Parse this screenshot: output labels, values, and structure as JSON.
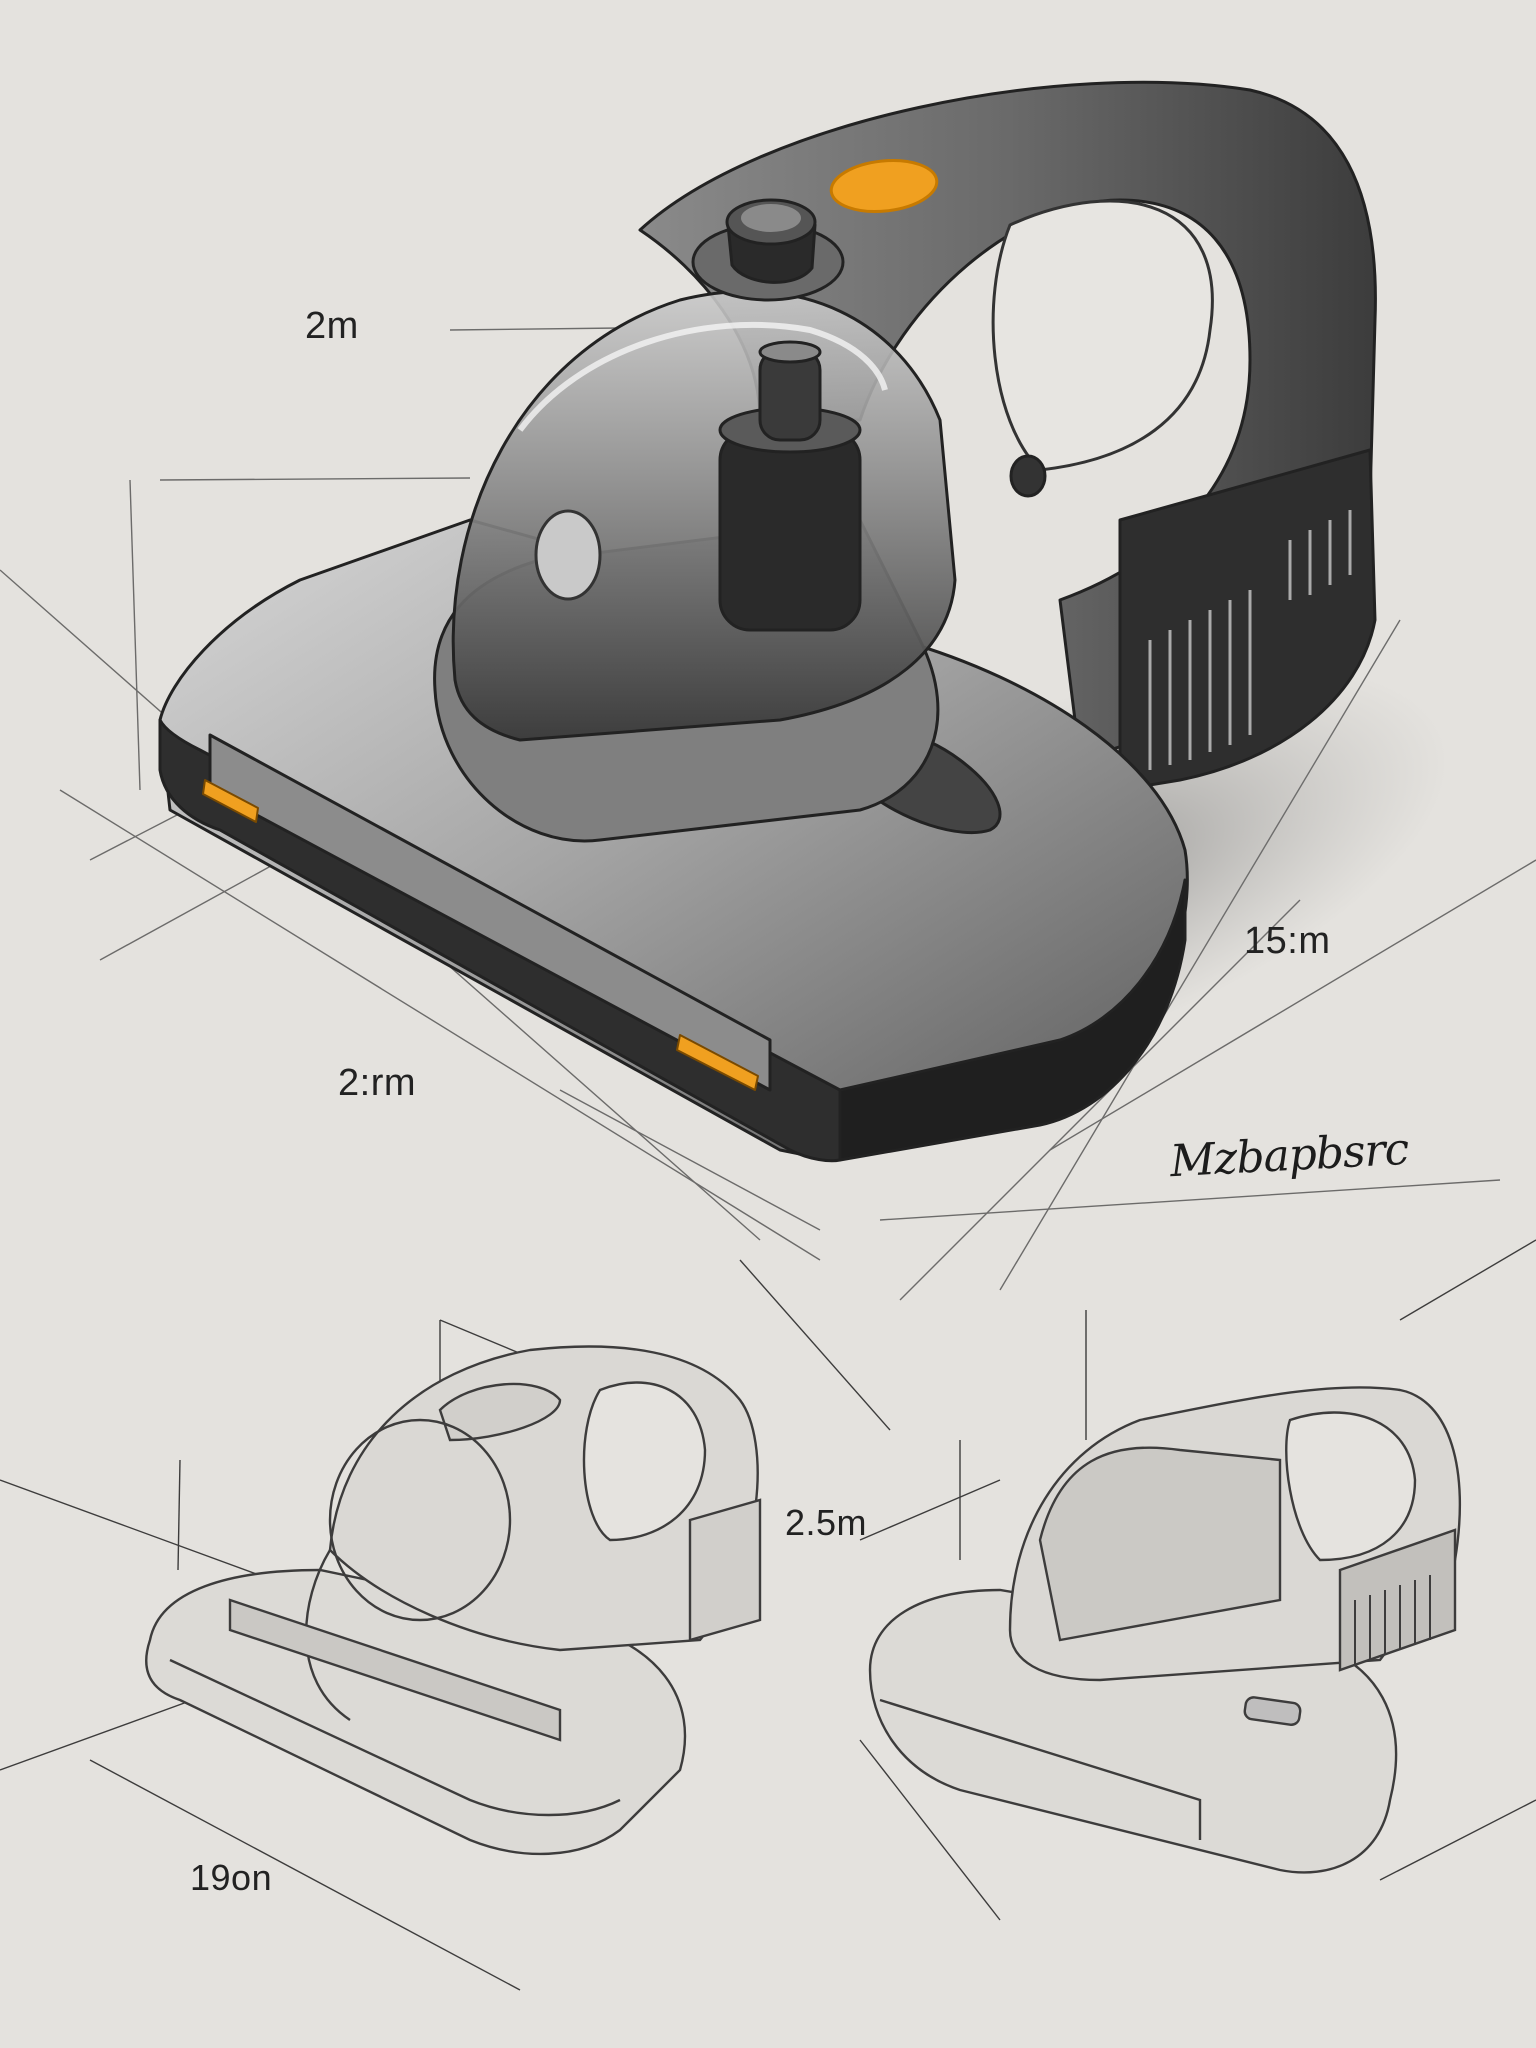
{
  "dimensions": {
    "top_left": "2m",
    "right": "15:m",
    "front": "2:rm",
    "middle": "2.5m",
    "bottom": "19on"
  },
  "signature": "Mzbapbsrc",
  "colors": {
    "paper": "#e4e2de",
    "body_silver": "#9c9c9c",
    "body_dark": "#3a3a3a",
    "accent_orange": "#f0a020",
    "sketch_line": "#2b2b2b"
  }
}
